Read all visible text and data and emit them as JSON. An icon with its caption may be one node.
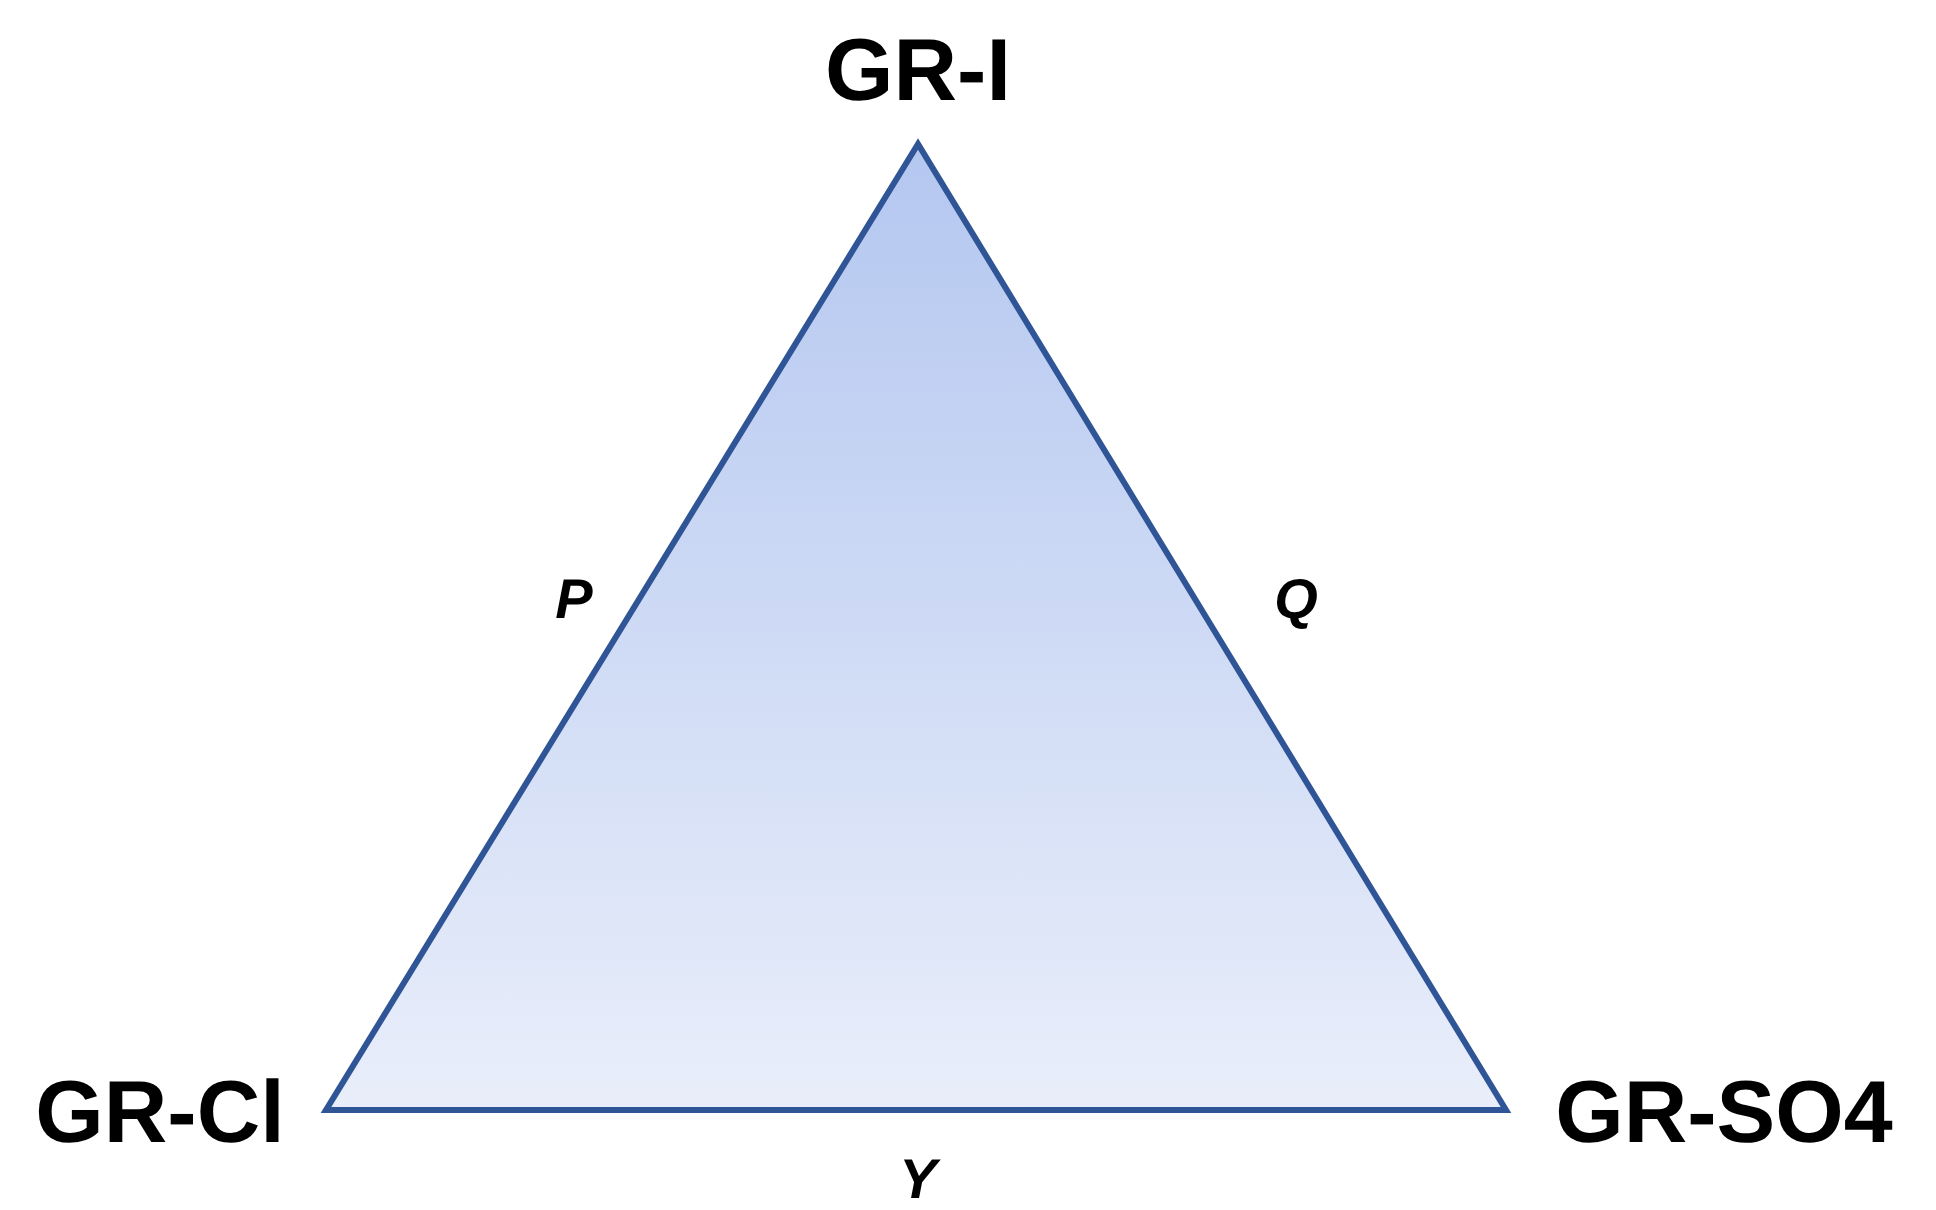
{
  "diagram": {
    "labels": [
      "GR-I",
      "P",
      "Q",
      "GR-Cl",
      "Y",
      "GR-SO4"
    ]
  }
}
